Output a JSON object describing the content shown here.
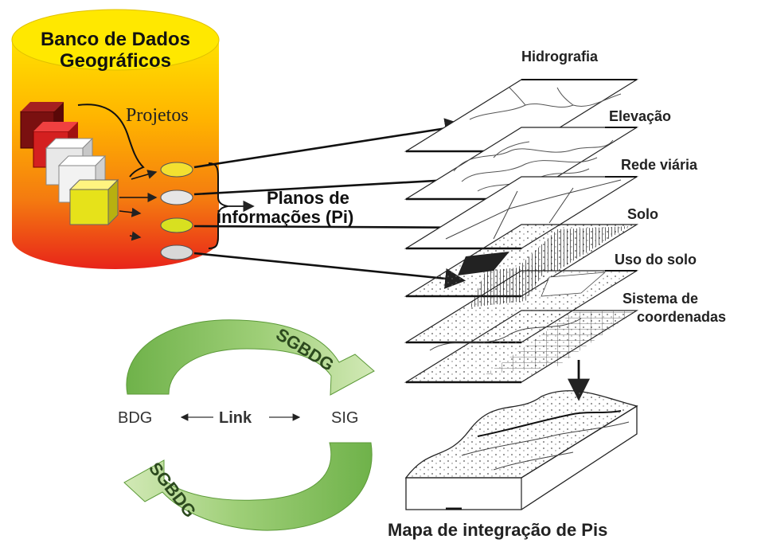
{
  "database": {
    "title_line1": "Banco de Dados",
    "title_line2": "Geográficos",
    "projects_label": "Projetos",
    "planes_line1": "Planos de",
    "planes_line2": "informações (Pi)"
  },
  "layers": [
    {
      "label": "Hidrografia"
    },
    {
      "label": "Elevação"
    },
    {
      "label": "Rede viária"
    },
    {
      "label": "Solo"
    },
    {
      "label": "Uso do solo"
    },
    {
      "label": "Sistema de"
    },
    {
      "label": "coordenadas"
    }
  ],
  "integration_map_label": "Mapa de integração de Pis",
  "cycle": {
    "left_label": "BDG",
    "right_label": "SIG",
    "link_label": "Link",
    "top_arrow_label": "SGBDG",
    "bottom_arrow_label": "SGBDG"
  },
  "colors": {
    "cylinder_top": "#ffd900",
    "cylinder_bottom": "#e8261c",
    "arrow_green": "#78b84a",
    "arrow_green_light": "#c8e2a8"
  }
}
